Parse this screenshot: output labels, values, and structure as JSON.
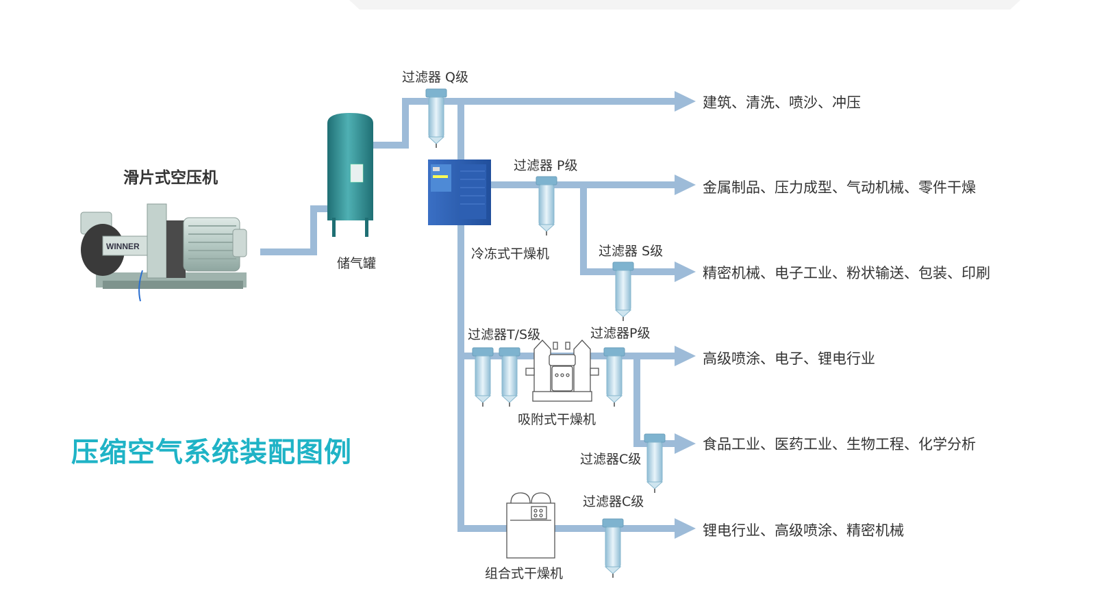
{
  "diagram": {
    "title": "压缩空气系统装配图例",
    "compressor": {
      "name": "滑片式空压机",
      "brand": "WINNER"
    },
    "tank": {
      "name": "储气罐"
    },
    "components": {
      "refrigerated_dryer": "冷冻式干燥机",
      "adsorption_dryer": "吸附式干燥机",
      "combined_dryer": "组合式干燥机"
    },
    "filters": {
      "q": "过滤器 Q级",
      "p1": "过滤器 P级",
      "s": "过滤器 S级",
      "ts": "过滤器T/S级",
      "p2": "过滤器P级",
      "c1": "过滤器C级",
      "c2": "过滤器C级"
    },
    "destinations": [
      "建筑、清洗、喷沙、冲压",
      "金属制品、压力成型、气动机械、零件干燥",
      "精密机械、电子工业、粉状输送、包装、印刷",
      "高级喷涂、电子、锂电行业",
      "食品工业、医药工业、生物工程、化学分析",
      "锂电行业、高级喷涂、精密机械"
    ],
    "colors": {
      "pipe": "#9dbbd8",
      "title": "#1fb3c6",
      "filter": "#9fc8dc",
      "tank": "#2e8c91",
      "dryer": "#2a5db0"
    }
  }
}
